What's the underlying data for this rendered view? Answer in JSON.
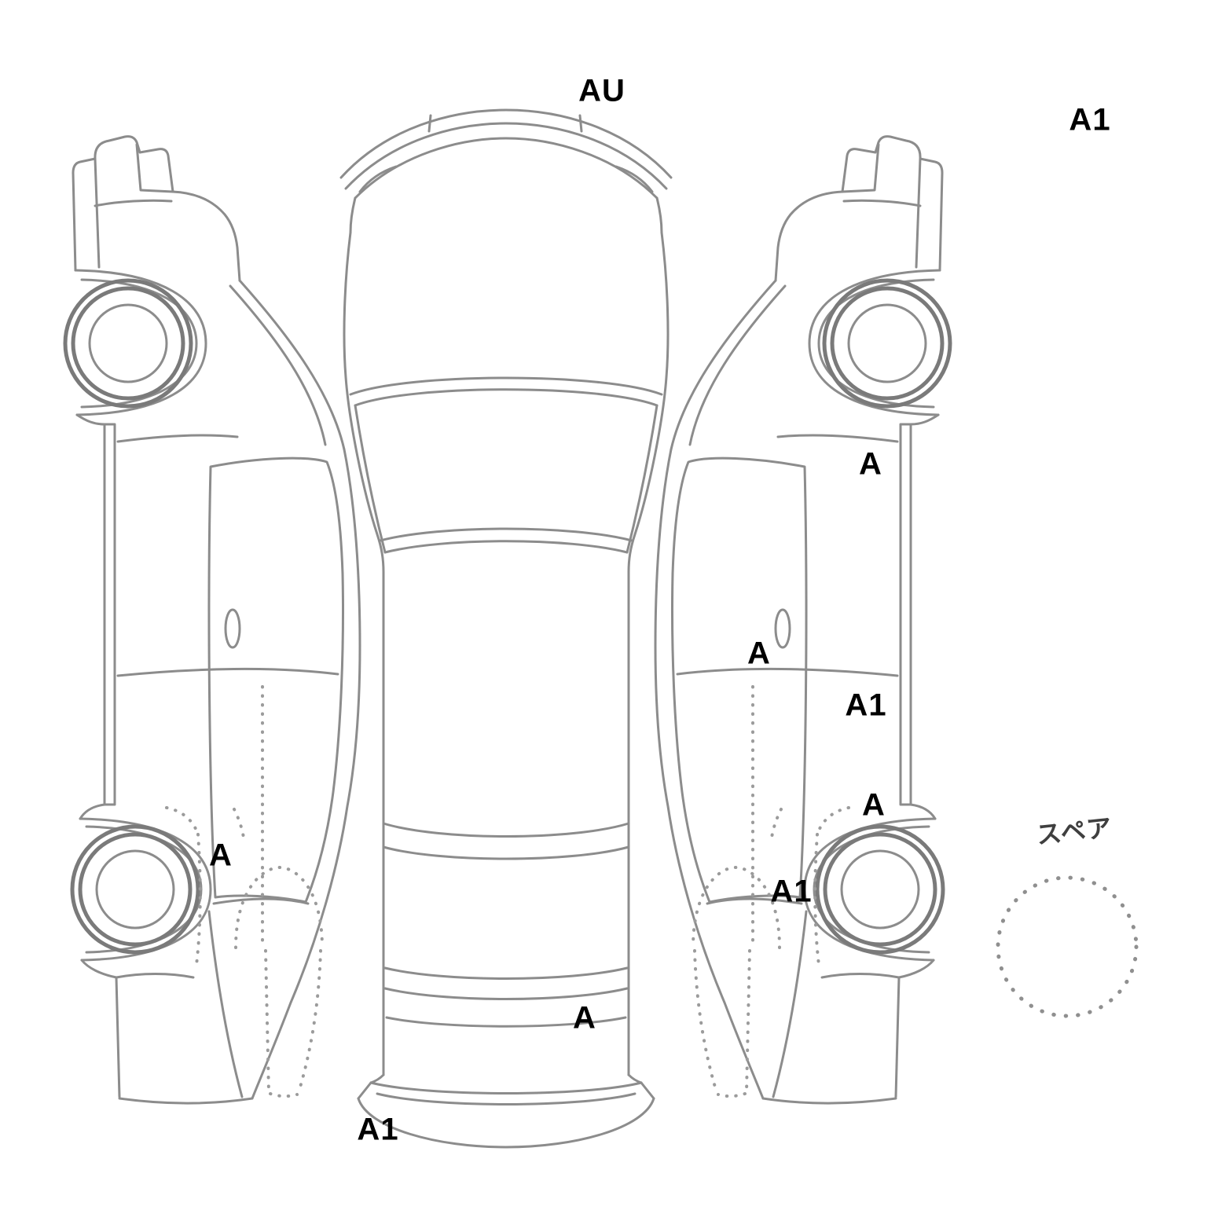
{
  "diagram": {
    "kind": "vehicle-damage-inspection-diagram",
    "colors": {
      "outline": "#8c8c8c",
      "hidden_line": "#9b9b9b",
      "tire": "#7a7a7a",
      "code_text": "#000000",
      "spare_text": "#3f3f3f"
    },
    "damage_codes": {
      "front_top": "AU",
      "sheet_top_right": "A1",
      "right_door_front_upper": "A",
      "right_door_front_lower": "A",
      "right_rocker": "A1",
      "right_quarter_front": "A",
      "right_rear_wheel": "A1",
      "left_quarter": "A",
      "trunk": "A",
      "rear_bumper": "A1"
    },
    "spare_tire_label": "スペア"
  }
}
